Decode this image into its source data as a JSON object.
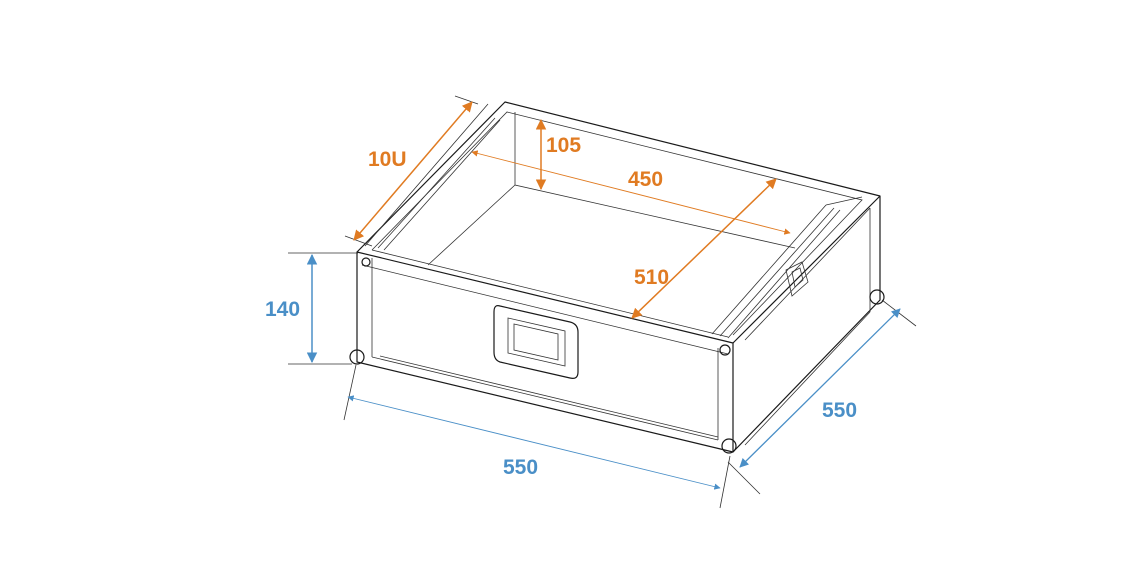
{
  "colors": {
    "inner_dims": "#e07b22",
    "outer_dims": "#4a8fc7",
    "outline": "#1a1a1a"
  },
  "labels": {
    "rack_units": "10U",
    "inner_height": "105",
    "inner_width": "450",
    "inner_depth": "510",
    "outer_height": "140",
    "outer_width": "550",
    "outer_depth": "550"
  }
}
